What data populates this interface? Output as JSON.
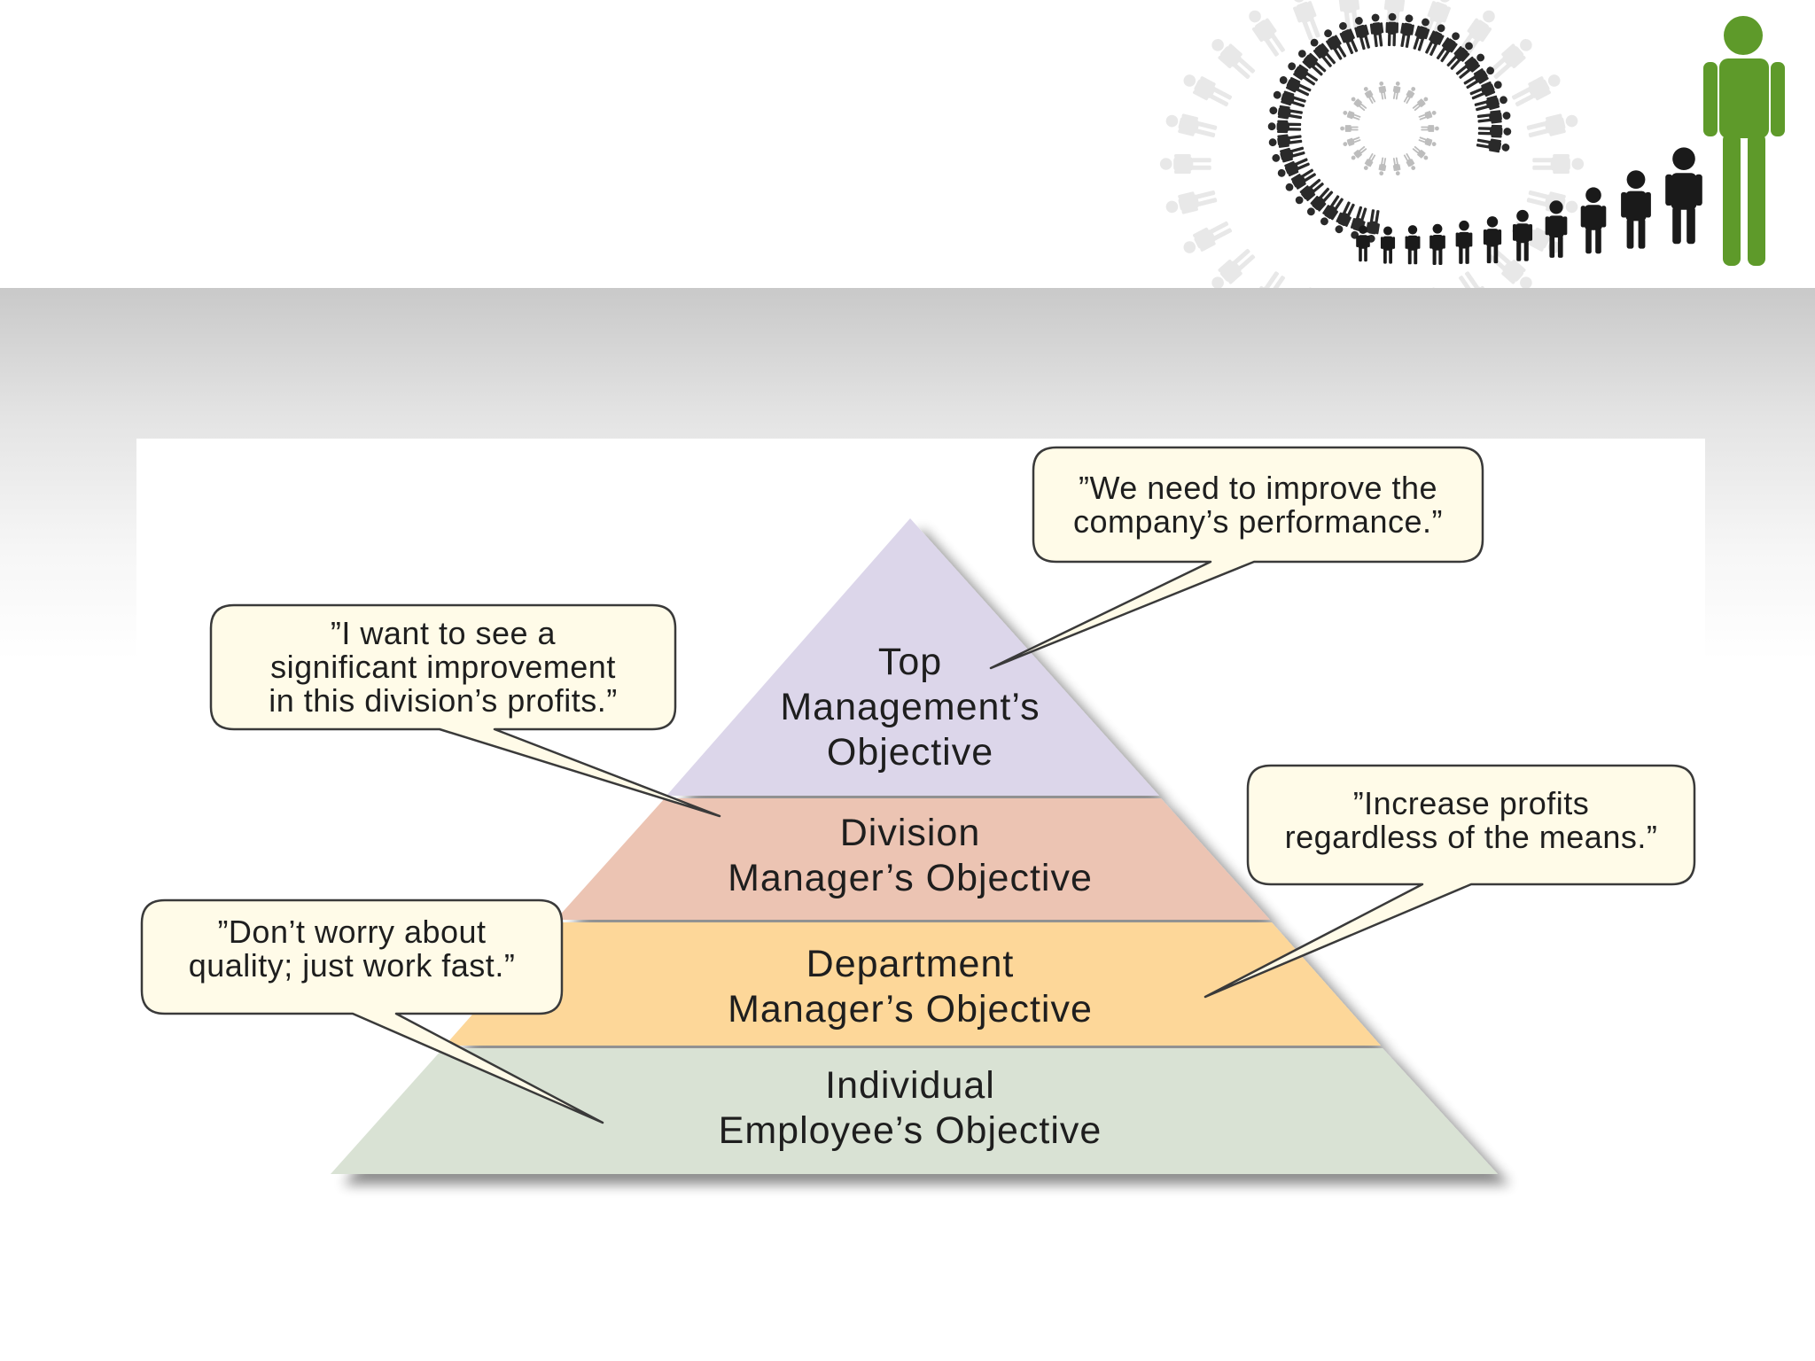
{
  "pyramid": {
    "tiers": [
      {
        "lines": [
          "Top",
          "Management’s",
          "Objective"
        ],
        "color": "#dcd6ea"
      },
      {
        "lines": [
          "Division",
          "Manager’s Objective"
        ],
        "color": "#ecc4b3"
      },
      {
        "lines": [
          "Department",
          "Manager’s Objective"
        ],
        "color": "#fdd799"
      },
      {
        "lines": [
          "Individual",
          "Employee’s Objective"
        ],
        "color": "#d9e2d4"
      }
    ]
  },
  "callouts": [
    {
      "lines": [
        "”We need to improve the",
        "company’s performance.”"
      ]
    },
    {
      "lines": [
        "”I want to see a",
        "significant improvement",
        "in this division’s profits.”"
      ]
    },
    {
      "lines": [
        "”Increase profits",
        "regardless of the means.”"
      ]
    },
    {
      "lines": [
        "”Don’t worry about",
        "quality; just work fast.”"
      ]
    }
  ],
  "colors": {
    "bubble_fill": "#fffbe8",
    "bubble_stroke": "#3a3a3a",
    "leader_figure": "#5e9a2a",
    "crowd_figure": "#1a1a1a"
  }
}
